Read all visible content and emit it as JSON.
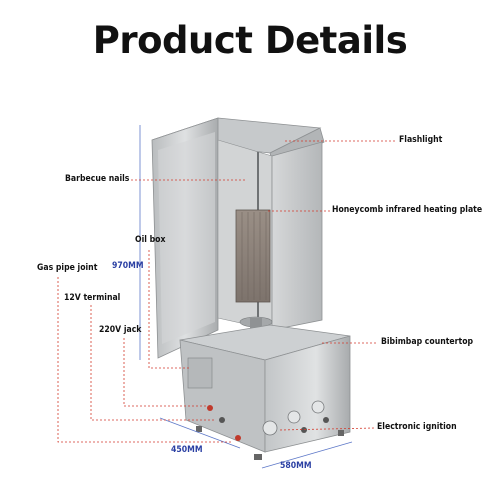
{
  "title": "Product Details",
  "labels": {
    "flashlight": "Flashlight",
    "barbecue_nails": "Barbecue nails",
    "honeycomb": "Honeycomb infrared heating plate",
    "oil_box": "Oil box",
    "gas_pipe_joint": "Gas pipe joint",
    "terminal_12v": "12V terminal",
    "jack_220v": "220V jack",
    "bibimbap": "Bibimbap countertop",
    "ignition": "Electronic ignition"
  },
  "dimensions": {
    "height": "970MM",
    "depth": "450MM",
    "width": "580MM"
  },
  "colors": {
    "callout": "#d33a2c",
    "dimension_text": "#2a3fa3",
    "dimension_line": "#5d78c8",
    "steel": "#c9ccce"
  }
}
